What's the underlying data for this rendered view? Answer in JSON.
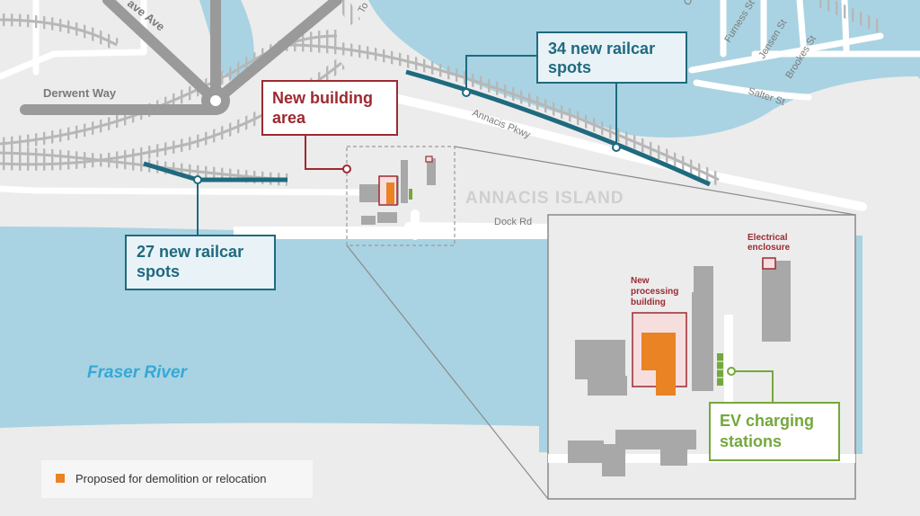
{
  "colors": {
    "land": "#ececec",
    "water": "#a9d3e2",
    "rail": "#b7b7b7",
    "highway": "#9a9a9a",
    "street": "#ffffff",
    "building": "#a8a8a8",
    "teal": "#1f6a7f",
    "maroon": "#9c2a30",
    "orange": "#e98323",
    "green": "#74a83c",
    "label_gray": "#7a7a7a"
  },
  "streets": {
    "derwent_way": "Derwent Way",
    "ave": "ave Ave",
    "to": "To",
    "furness": "Furness St",
    "jensen": "Jensen St",
    "brookes": "Brookes St",
    "salter": "Salter St",
    "annacis_pkwy": "Annacis Pkwy",
    "dock_rd": "Dock Rd",
    "corner": "C"
  },
  "place_labels": {
    "island": "ANNACIS ISLAND",
    "river": "Fraser River"
  },
  "callouts": {
    "railcar_34": [
      "34 new railcar",
      "spots"
    ],
    "railcar_27": [
      "27 new railcar",
      "spots"
    ],
    "new_building": [
      "New building",
      "area"
    ],
    "ev_charging": [
      "EV charging",
      "stations"
    ]
  },
  "inset": {
    "electrical": [
      "Electrical",
      "enclosure"
    ],
    "processing": [
      "New",
      "processing",
      "building"
    ]
  },
  "legend": {
    "label": "Proposed for demolition or relocation"
  }
}
